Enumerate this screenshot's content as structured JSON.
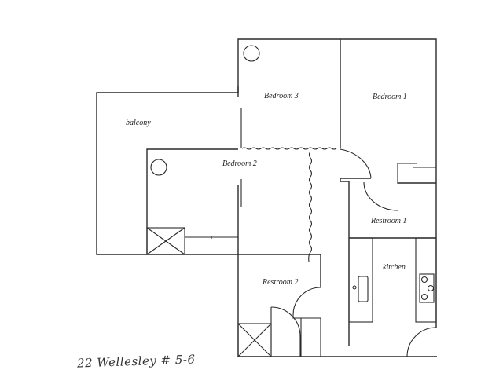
{
  "plan": {
    "caption": "22 Wellesley # 5-6",
    "rooms": [
      {
        "id": "balcony",
        "label": "balcony"
      },
      {
        "id": "bedroom-3",
        "label": "Bedroom 3"
      },
      {
        "id": "bedroom-1",
        "label": "Bedroom 1"
      },
      {
        "id": "bedroom-2",
        "label": "Bedroom 2"
      },
      {
        "id": "restroom-1",
        "label": "Restroom 1"
      },
      {
        "id": "kitchen",
        "label": "kitchen"
      },
      {
        "id": "restroom-2",
        "label": "Restroom 2"
      }
    ],
    "fixtures": {
      "closet_circles": 2,
      "shaft_boxes": 2,
      "stove_burners": 3,
      "sink": 1
    },
    "colors": {
      "line": "#2a2a2a",
      "background": "#ffffff"
    }
  }
}
